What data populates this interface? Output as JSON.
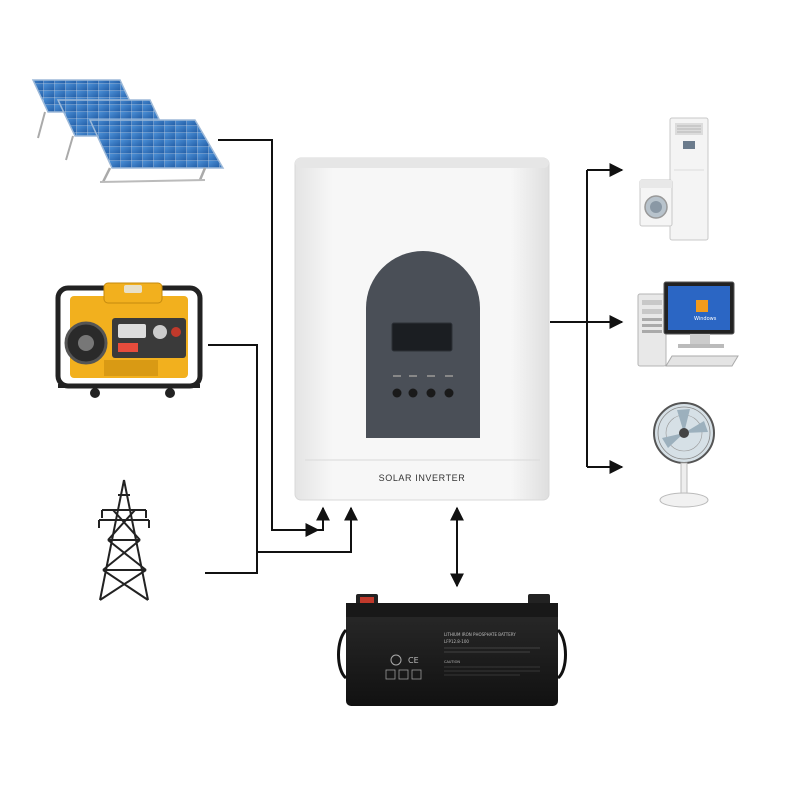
{
  "inverter": {
    "label": "SOLAR INVERTER",
    "buttons": [
      "",
      "",
      "",
      ""
    ]
  },
  "battery": {
    "model_line1": "LITHIUM IRON PHOSPHATE BATTERY",
    "model_line2": "LFP12.8-100",
    "caution": "CAUTION",
    "ce_mark": "CE"
  },
  "computer": {
    "screen_text": "Windows"
  },
  "colors": {
    "line": "#111111",
    "inverter_body": "#f1f1f1",
    "panel": "#4a4f57",
    "solar_cell": "#2f6fb8",
    "generator": "#f2b01e",
    "battery": "#1f1f1f"
  },
  "icons": [
    "solar-panel-icon",
    "generator-icon",
    "power-tower-icon",
    "air-conditioner-icon",
    "computer-icon",
    "fan-icon",
    "battery-icon",
    "inverter-icon"
  ]
}
